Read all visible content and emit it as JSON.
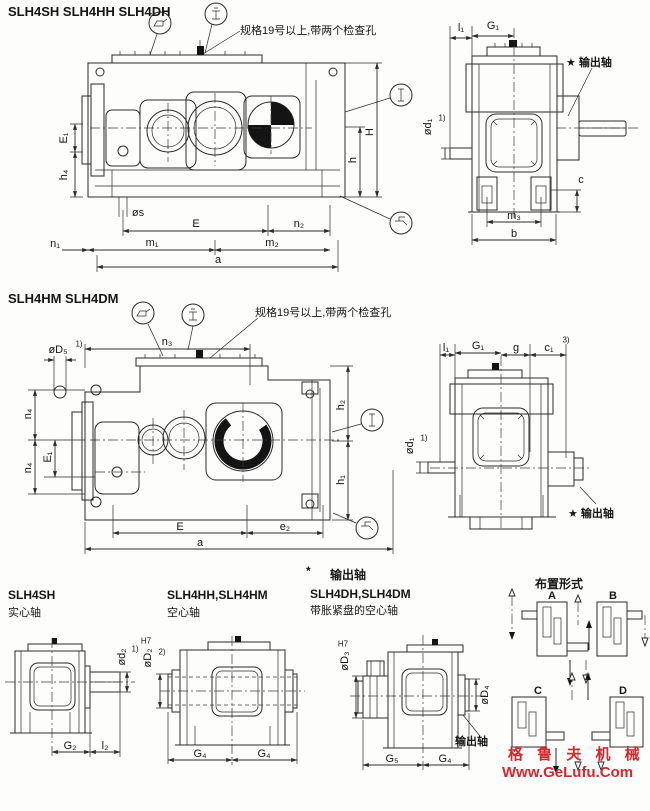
{
  "document": {
    "s1_title": "SLH4SH  SLH4HH  SLH4DH",
    "s1_note": "规格19号以上,带两个检查孔",
    "s2_title": "SLH4HM  SLH4DM",
    "s2_note": "规格19号以上,带两个检查孔",
    "watermark1": "格 鲁 夫 机 械",
    "watermark2": "Www.GeLufu.Com",
    "watermark_color": "#d4282d"
  },
  "dims": {
    "s1": {
      "E1": "E₁",
      "h4": "h₄",
      "n1": "n₁",
      "os": "øs",
      "E": "E",
      "n2": "n₂",
      "m1": "m₁",
      "m2": "m₂",
      "a": "a",
      "H": "H",
      "h": "h",
      "l1": "l₁",
      "G1": "G₁",
      "od1": "ød₁",
      "fn1": "1)",
      "m3": "m₃",
      "b": "b",
      "c": "c",
      "output": "★ 输出轴"
    },
    "s2": {
      "n3": "n₃",
      "oD5": "øD₅",
      "fn1": "1)",
      "n4": "n₄",
      "E1": "E₁",
      "E": "E",
      "e2": "e₂",
      "a": "a",
      "h2": "h₂",
      "h1": "h₁",
      "l1": "l₁",
      "G1": "G₁",
      "g": "g",
      "c1": "c₁",
      "fn3": "3)",
      "od1": "ød₁",
      "output": "★ 输出轴"
    },
    "s3": {
      "col1_title": "SLH4SH",
      "col1_sub": "实心轴",
      "od2": "ød₂",
      "fn1": "1)",
      "G2": "G₂",
      "l2": "l₂",
      "col2_title": "SLH4HH,SLH4HM",
      "col2_sub": "空心轴",
      "oD2": "øD₂",
      "H7": "H7",
      "fn2": "2)",
      "G4": "G₄",
      "star": "*",
      "out_head": "输出轴",
      "col3_title": "SLH4DH,SLH4DM",
      "col3_sub": "带胀紧盘的空心轴",
      "oD3": "øD₃",
      "oD4": "øD₄",
      "out_label": "输出轴",
      "G5": "G₅",
      "col4_title": "布置形式",
      "A": "A",
      "B": "B",
      "C": "C",
      "D": "D"
    }
  }
}
